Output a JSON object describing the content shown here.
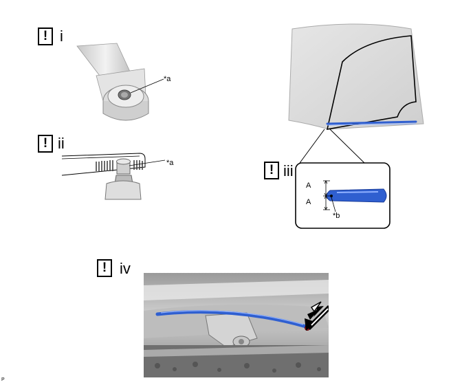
{
  "steps": [
    {
      "warn": "!",
      "label": "i"
    },
    {
      "warn": "!",
      "label": "ii"
    },
    {
      "warn": "!",
      "label": "iii"
    },
    {
      "warn": "!",
      "label": "iv"
    }
  ],
  "callouts": {
    "a1": "*a",
    "a2": "*a",
    "b": "*b",
    "dim_upper": "A",
    "dim_lower": "A"
  },
  "figure_code": "P",
  "colors": {
    "wiper_blue": "#2f5fd0",
    "gray_part": "#d9d9d9",
    "glass": "#dcdcdc"
  }
}
